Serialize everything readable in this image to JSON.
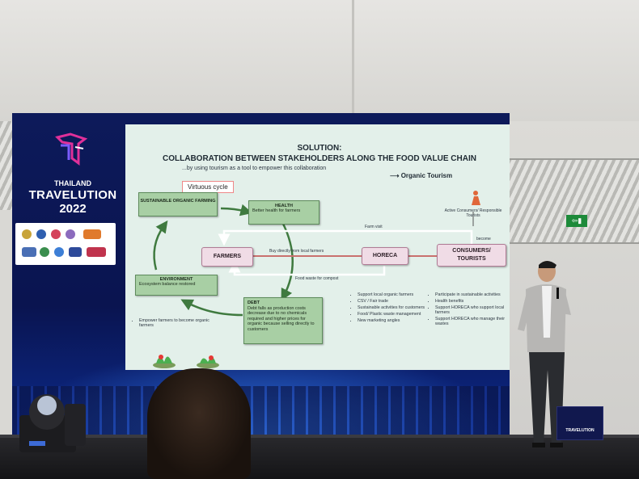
{
  "screen": {
    "country": "THAILAND",
    "event_name": "TRAVELUTION",
    "year": "2022"
  },
  "slide": {
    "title": "SOLUTION:",
    "subtitle": "COLLABORATION BETWEEN STAKEHOLDERS ALONG THE FOOD VALUE CHAIN",
    "tagline": "...by using tourism as a tool to empower this collaboration",
    "goal": "Organic Tourism",
    "cycle_label": "Virtuous cycle",
    "boxes": {
      "sustainable_title": "SUSTAINABLE ORGANIC FARMING",
      "health_title": "HEALTH",
      "health_text": "Better health for farmers",
      "environment_title": "ENVIRONMENT",
      "environment_text": "Ecosystem balance restored",
      "debt_title": "DEBT",
      "debt_text": "Debt falls as production costs decrease due to no chemicals required and higher prices for organic because selling directly to customers"
    },
    "actors": {
      "farmers": "FARMERS",
      "horeca": "HORECA",
      "consumers": "CONSUMERS/ TOURISTS"
    },
    "flows": {
      "farm_visit": "Farm visit",
      "buy_direct": "Buy directly from local farmers",
      "food_waste": "Food waste for compost",
      "active_consumers": "Active Consumers/ Responsible Tourists",
      "become": "become"
    },
    "farmers_bullets": [
      "Empower farmers to become organic farmers"
    ],
    "horeca_bullets": [
      "Support local organic farmers",
      "CSV / Fair trade",
      "Sustainable activities for customers",
      "Food/ Plastic waste management",
      "New marketing angles"
    ],
    "consumer_bullets": [
      "Participate in sustainable activities",
      "Health benefits",
      "Support HORECA who support local farmers",
      "Support HORECA who manage their wastes"
    ]
  },
  "podium": {
    "label": "TRAVELUTION"
  },
  "exit_sign": {
    "icon": "exit-arrow-icon"
  },
  "colors": {
    "slide_bg": "#e3f0ea",
    "green_box": "#a8cfa4",
    "pink_box": "#f0dce6",
    "arrow_green": "#3f7a3f",
    "screen_blue": "#0d1a5a"
  }
}
